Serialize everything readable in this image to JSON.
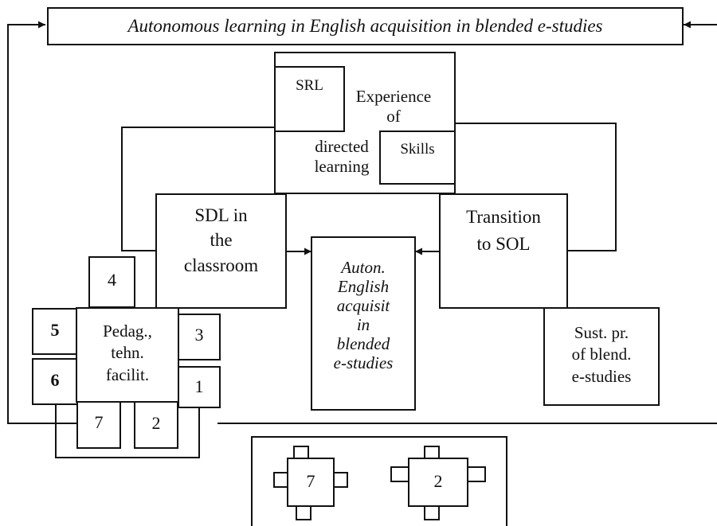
{
  "header": {
    "title": "Autonomous learning in English acquisition in blended e-studies"
  },
  "top_block": {
    "srl": "SRL",
    "skills": "Skills",
    "experience_lines": [
      "Experience",
      "of"
    ],
    "directed_lines": [
      "directed",
      "learning"
    ]
  },
  "sdl_box": {
    "lines": [
      "SDL in",
      "the",
      "classroom"
    ]
  },
  "transition_box": {
    "lines": [
      "Transition",
      "to SOL"
    ]
  },
  "center_box": {
    "lines": [
      "Auton.",
      "English",
      "acquisit",
      "in",
      "blended",
      "e-studies"
    ]
  },
  "sustain_box": {
    "lines": [
      "Sust. pr.",
      "of blend.",
      "e-studies"
    ]
  },
  "facilitator_box": {
    "lines": [
      "Pedag.,",
      "tehn.",
      "facilit."
    ]
  },
  "numbered_boxes": {
    "n1": "1",
    "n2": "2",
    "n3": "3",
    "n4": "4",
    "n5": "5",
    "n6": "6",
    "n7": "7"
  },
  "tables_legend": {
    "table_a": "7",
    "table_b": "2"
  }
}
